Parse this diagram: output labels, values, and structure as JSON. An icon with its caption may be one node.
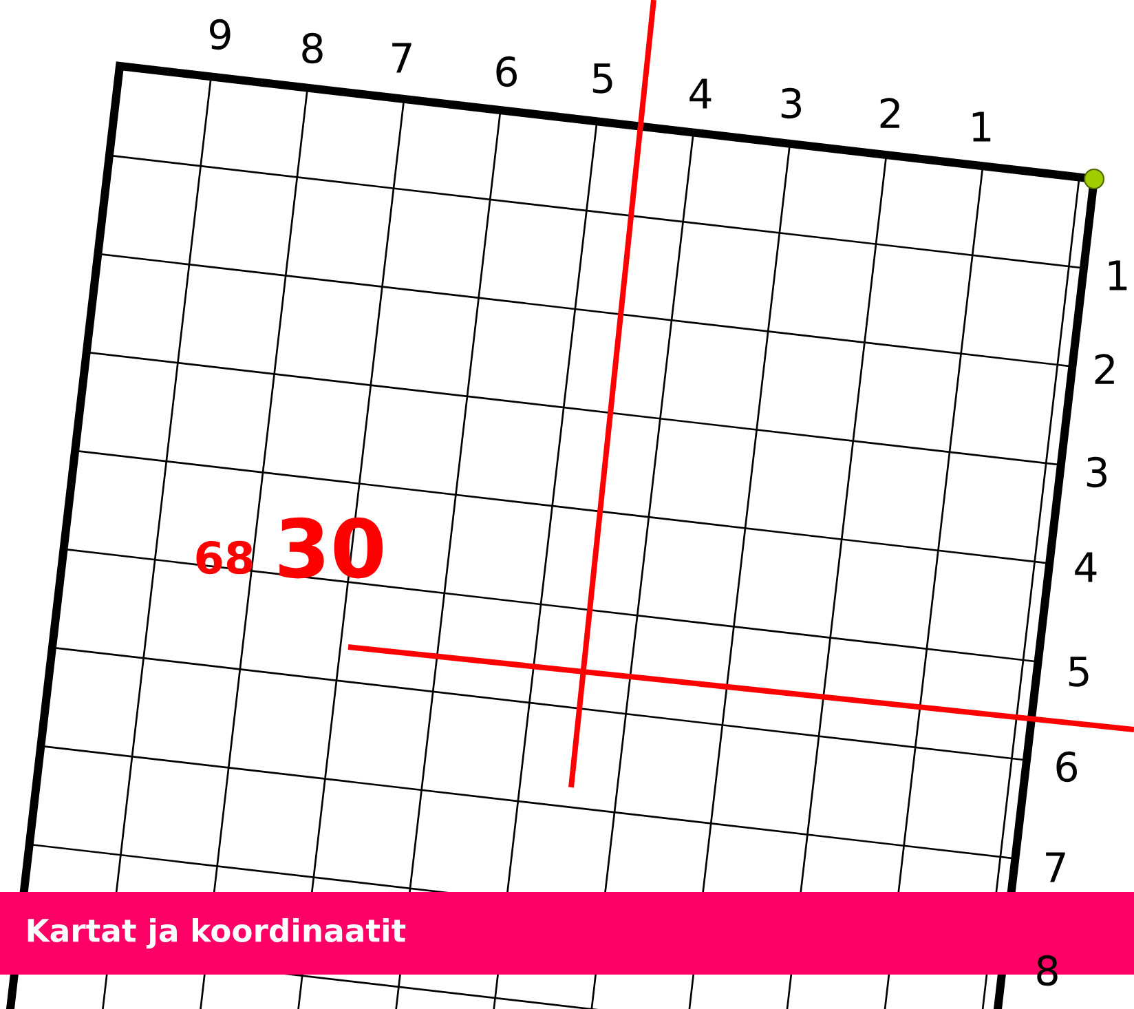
{
  "diagram": {
    "labels": [
      "9",
      "8",
      "7",
      "6",
      "5",
      "4",
      "3",
      "2",
      "1",
      "1",
      "2",
      "3",
      "4",
      "5",
      "6",
      "7",
      "8",
      "68",
      "30",
      "Kartat ja koordinaatit"
    ]
  }
}
